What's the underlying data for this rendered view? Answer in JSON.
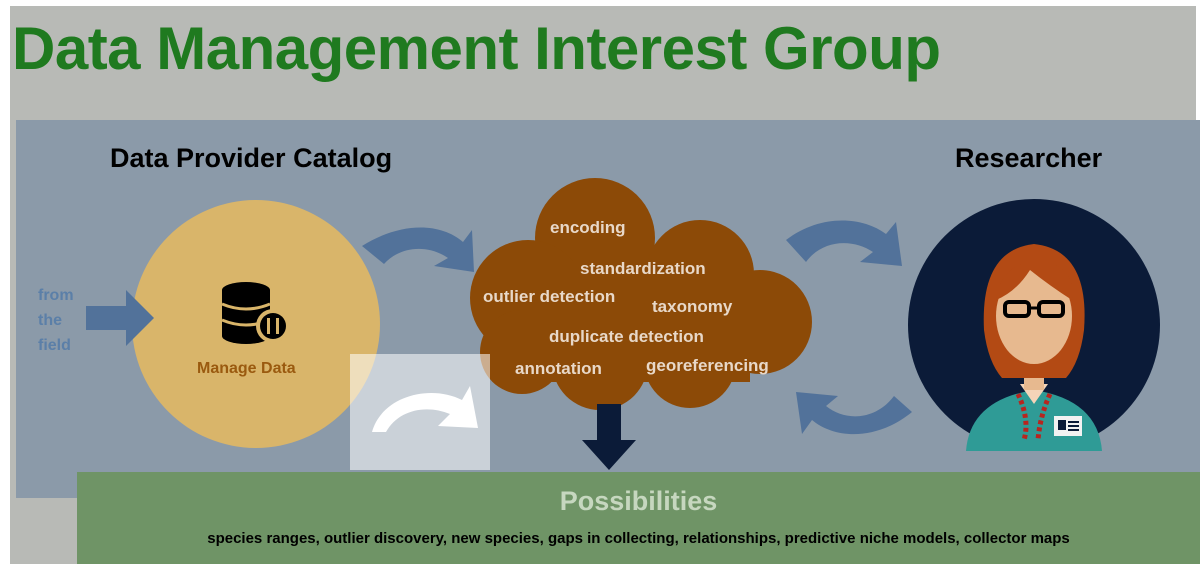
{
  "title": "Data Management Interest Group",
  "provider_heading": "Data Provider Catalog",
  "researcher_heading": "Researcher",
  "input_label": [
    "from",
    "the",
    "field"
  ],
  "manage_label": "Manage Data",
  "cloud_terms": {
    "encoding": "encoding",
    "standardization": "standardization",
    "outlier_detection": "outlier detection",
    "taxonomy": "taxonomy",
    "duplicate_detection": "duplicate detection",
    "annotation": "annotation",
    "georeferencing": "georeferencing"
  },
  "possibilities": {
    "title": "Possibilities",
    "list": "species ranges, outlier discovery, new species, gaps in collecting, relationships, predictive niche models, collector maps"
  },
  "colors": {
    "title": "#1f7a1f",
    "cloud": "#8c4a07",
    "provider_circle": "#d9b56a",
    "researcher_circle": "#0b1b38",
    "arrow": "#52729a",
    "possibilities_box": "#6f9466"
  },
  "icons": [
    "database-wrench-icon",
    "researcher-avatar-icon",
    "id-badge-icon"
  ]
}
